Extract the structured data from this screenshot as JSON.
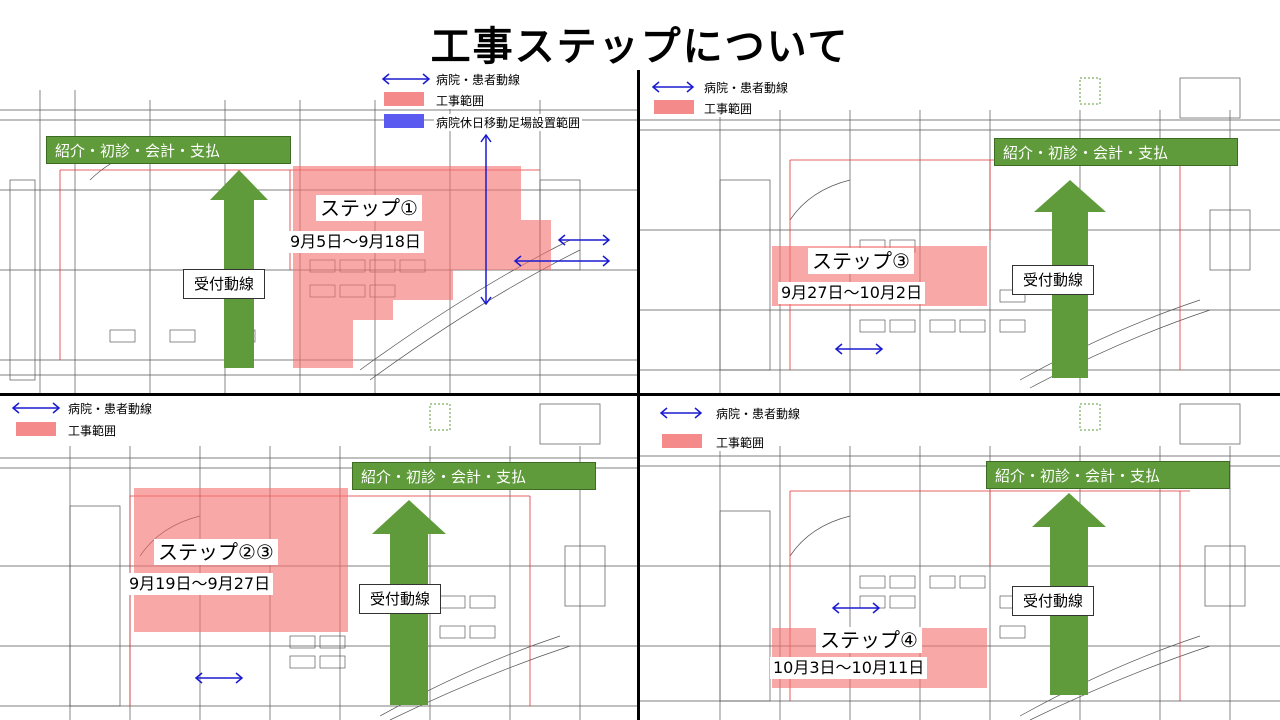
{
  "title": "工事ステップについて",
  "colors": {
    "construction_area": "#f48a8a",
    "holiday_scaffold": "#5a5af0",
    "info_box": "#5f9b3a",
    "patient_flow_arrow": "#1a1ad0",
    "reception_arrow": "#5f9b3a"
  },
  "panels": [
    {
      "legend": {
        "flow": "病院・患者動線",
        "area": "工事範囲",
        "scaffold": "病院休日移動足場設置範囲"
      },
      "info_box": "紹介・初診・会計・支払",
      "step": "ステップ①",
      "dates": "9月5日～9月18日",
      "reception": "受付動線"
    },
    {
      "legend": {
        "flow": "病院・患者動線",
        "area": "工事範囲"
      },
      "info_box": "紹介・初診・会計・支払",
      "step": "ステップ③",
      "dates": "9月27日～10月2日",
      "reception": "受付動線"
    },
    {
      "legend": {
        "flow": "病院・患者動線",
        "area": "工事範囲"
      },
      "info_box": "紹介・初診・会計・支払",
      "step": "ステップ②③",
      "dates": "9月19日～9月27日",
      "reception": "受付動線"
    },
    {
      "legend": {
        "flow": "病院・患者動線",
        "area": "工事範囲"
      },
      "info_box": "紹介・初診・会計・支払",
      "step": "ステップ④",
      "dates": "10月3日～10月11日",
      "reception": "受付動線"
    }
  ]
}
